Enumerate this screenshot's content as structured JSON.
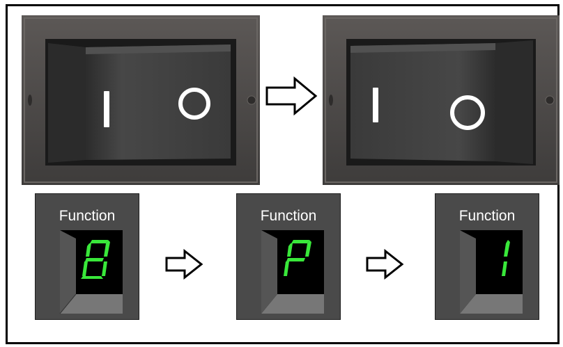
{
  "switches": [
    {
      "name": "rocker-switch-1",
      "on_symbol": "I",
      "off_symbol": "O",
      "state_tilt": "left"
    },
    {
      "name": "rocker-switch-2",
      "on_symbol": "I",
      "off_symbol": "O",
      "state_tilt": "right"
    }
  ],
  "displays": [
    {
      "label": "Function",
      "digit": "8"
    },
    {
      "label": "Function",
      "digit": "P"
    },
    {
      "label": "Function",
      "digit": "1"
    }
  ],
  "colors": {
    "switch_bezel": "#4b4846",
    "switch_rocker": "#3a3a3a",
    "display_body": "#4a4a4a",
    "digit_green": "#39e83a",
    "arrow_fill": "#ffffff",
    "arrow_stroke": "#000000"
  }
}
